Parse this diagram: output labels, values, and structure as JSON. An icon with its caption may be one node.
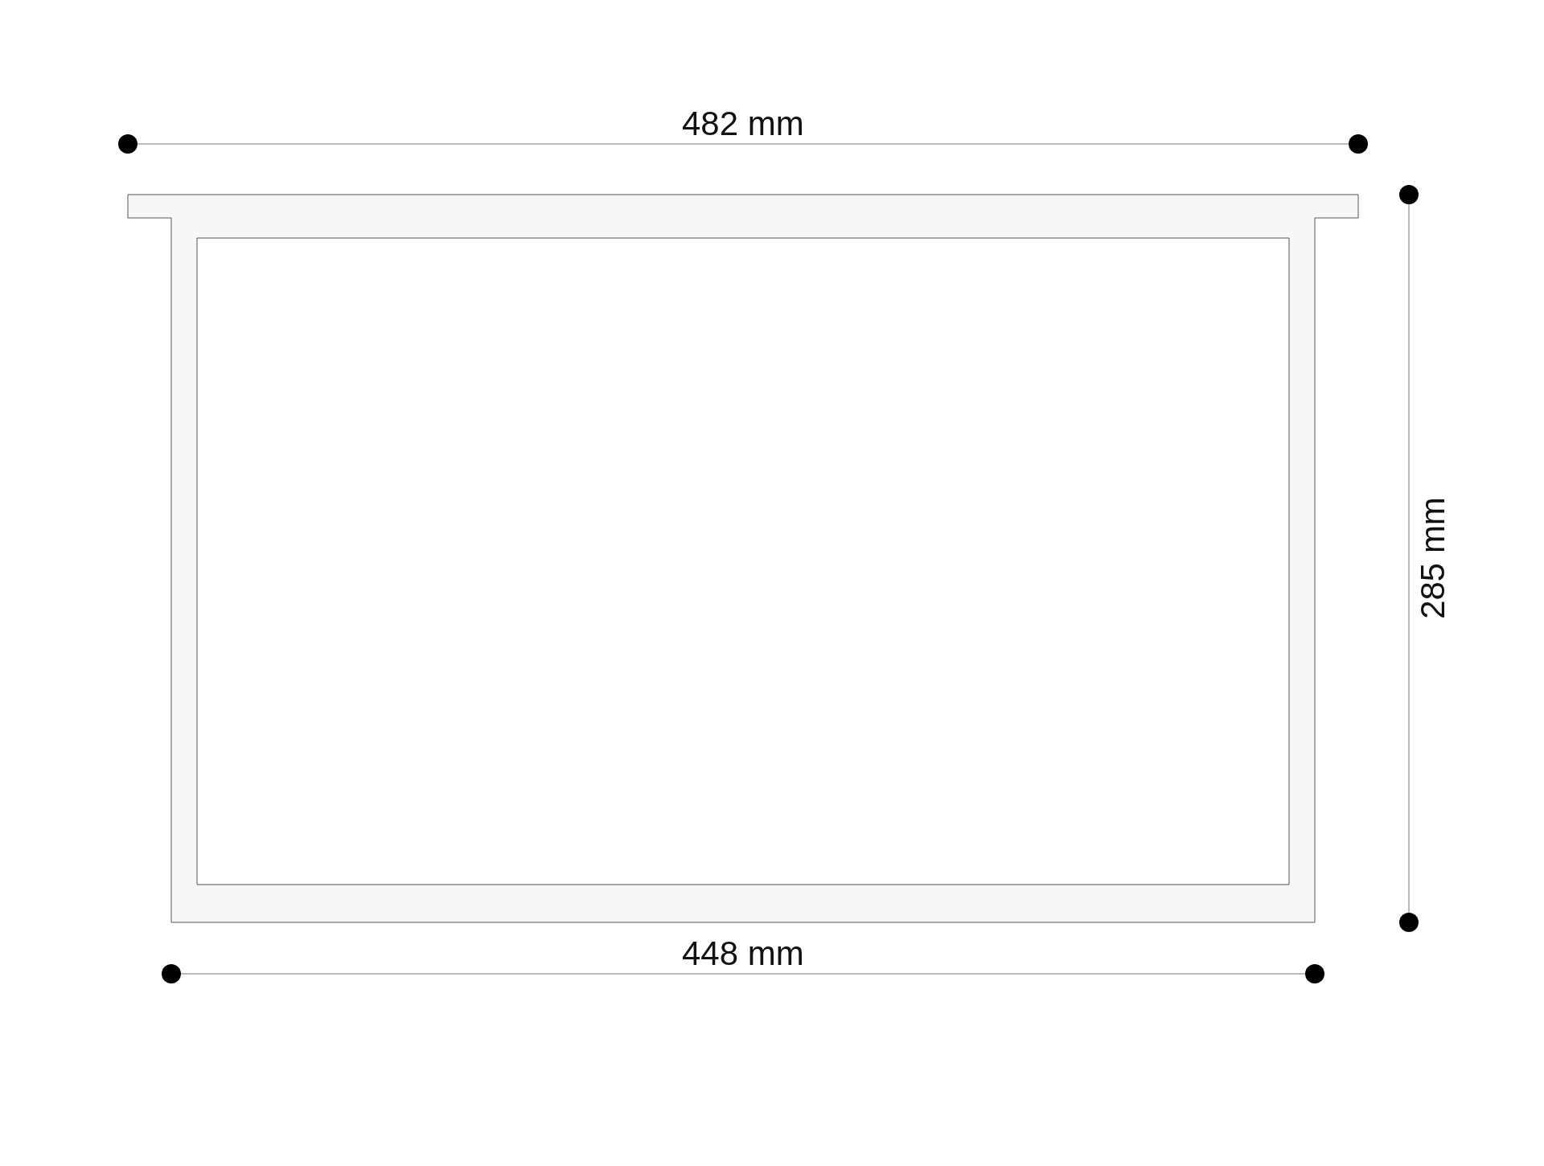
{
  "diagram": {
    "labels": [
      "482 mm",
      "448 mm",
      "285 mm"
    ]
  }
}
